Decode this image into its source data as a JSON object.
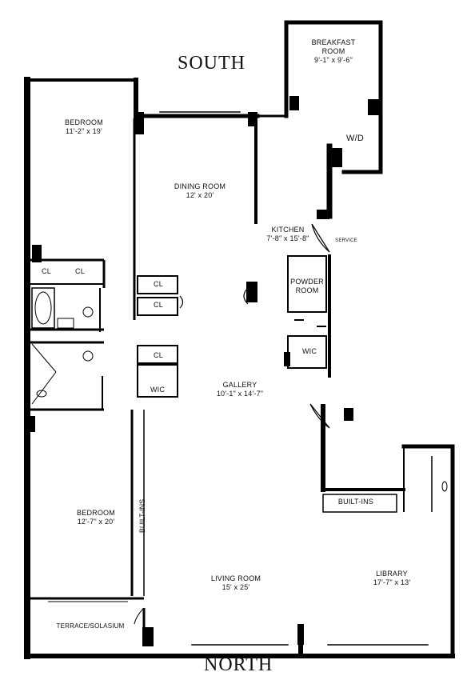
{
  "compass": {
    "south": "SOUTH",
    "north": "NORTH"
  },
  "rooms": {
    "bedroom_1": {
      "name": "BEDROOM",
      "dims": "11'-2\" x 19'"
    },
    "dining_room": {
      "name": "DINING ROOM",
      "dims": "12' x 20'"
    },
    "breakfast_room": {
      "name": "BREAKFAST",
      "name2": "ROOM",
      "dims": "9'-1\" x 9'-6\""
    },
    "wd": {
      "name": "W/D"
    },
    "kitchen": {
      "name": "KITCHEN",
      "dims": "7'-8\" x 15'-8\""
    },
    "service": {
      "name": "SERVICE"
    },
    "powder_room": {
      "name": "POWDER",
      "name2": "ROOM"
    },
    "wic_right": {
      "name": "WIC"
    },
    "cl_top_left": {
      "name": "CL"
    },
    "cl_top_right": {
      "name": "CL"
    },
    "cl_mid_1": {
      "name": "CL"
    },
    "cl_mid_2": {
      "name": "CL"
    },
    "cl_mid_3": {
      "name": "CL"
    },
    "wic_left": {
      "name": "WIC"
    },
    "gallery": {
      "name": "GALLERY",
      "dims": "10'-1\" x 14'-7\""
    },
    "bedroom_2": {
      "name": "BEDROOM",
      "dims": "12'-7\" x 20'"
    },
    "built_ins_vertical": {
      "name": "BUILT-INS"
    },
    "built_ins_horizontal": {
      "name": "BUILT-INS"
    },
    "living_room": {
      "name": "LIVING ROOM",
      "dims": "15' x 25'"
    },
    "library": {
      "name": "LIBRARY",
      "dims": "17'-7\" x 13'"
    },
    "terrace": {
      "name": "TERRACE/SOLASIUM"
    }
  }
}
